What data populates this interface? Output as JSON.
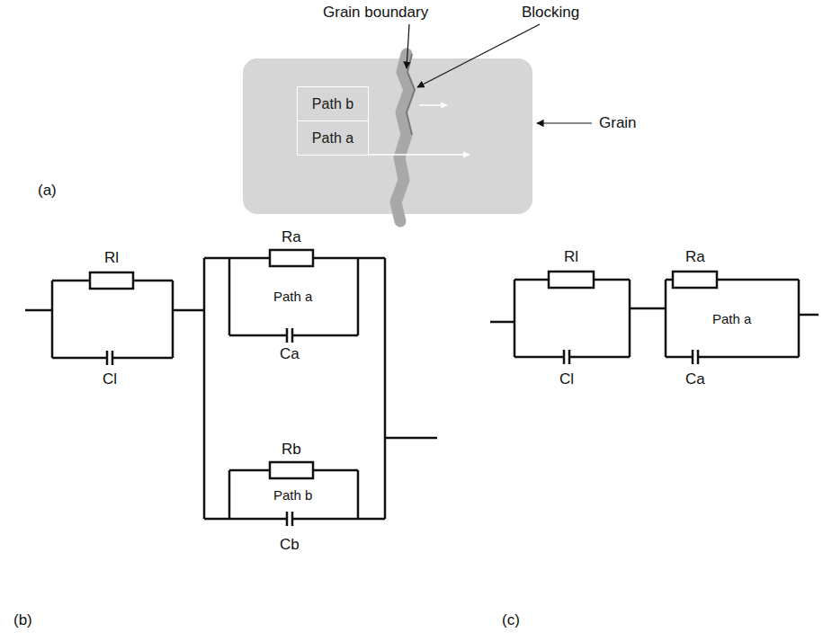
{
  "diagram": {
    "nodes": [
      {
        "text": [
          "Path b"
        ]
      },
      {
        "text": [
          "Path a"
        ]
      }
    ],
    "labels": [
      "Grain boundary",
      "Blocking",
      "Grain",
      "(a)",
      "Rl",
      "Cl",
      "Ra",
      "Path a",
      "Ca",
      "Rb",
      "Path b",
      "Cb",
      "(b)",
      "Rl",
      "Cl",
      "Ra",
      "Path a",
      "Ca",
      "(c)"
    ]
  }
}
